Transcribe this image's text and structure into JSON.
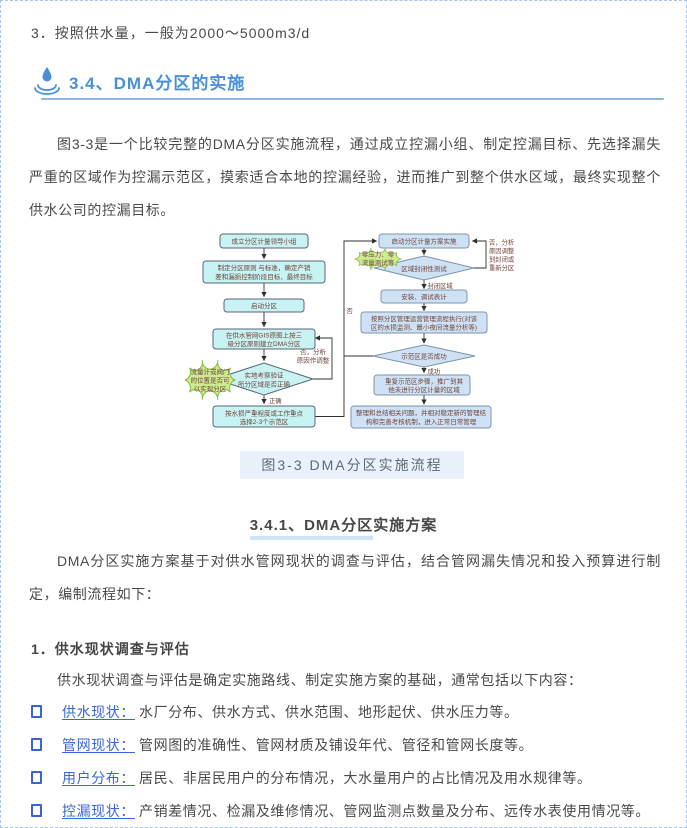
{
  "page": {
    "top_line": "3．按照供水量，一般为2000～5000m3/d"
  },
  "section": {
    "title": "3.4、DMA分区的实施",
    "intro": "图3-3是一个比较完整的DMA分区实施流程，通过成立控漏小组、制定控漏目标、先选择漏失严重的区域作为控漏示范区，摸索适合本地的控漏经验，进而推广到整个供水区域，最终实现整个供水公司的控漏目标。"
  },
  "flowchart": {
    "caption": "图3-3 DMA分区实施流程",
    "nodes": {
      "l1": "成立分区计量领导小组",
      "l2a": "制定分区原则 与标准，确定产销",
      "l2b": "差和漏损控制阶段目标、最终目标",
      "l3": "启动分区",
      "l4a": "在供水管网GIS原图上按三",
      "l4b": "级分区原则建立DMA分区",
      "d1a": "实地考察验证",
      "d1b": "所分区域是否正确",
      "c1a": "流量计或阀门",
      "c1b": "的位置是否可",
      "c1c": "以实现分区",
      "no1a": "否，分析",
      "no1b": "原因作调整",
      "ok1": "正确",
      "l5a": "按水损严重程度或工作重点",
      "l5b": "选择2-3个示范区",
      "r1": "启动分区计量方案实施",
      "c2a": "零压力、零",
      "c2b": "流量测试等",
      "d2": "区域封闭性测试",
      "no2a": "否，分析",
      "no2b": "原因调整",
      "no2c": "到封闭或",
      "no2d": "重新分区",
      "closed": "封闭区域",
      "r2": "安装、调试表计",
      "r3a": "按照分区管理运营管理流程执行(对该",
      "r3b": "区的水损监测、最小夜间流量分析等)",
      "d3": "示范区是否成功",
      "no3": "否",
      "success": "成功",
      "r4a": "重复示范区步骤，推广到其",
      "r4b": "他未进行分区计量的区域",
      "r5a": "整理和总结相关问题，并相对稳定新的管理结",
      "r5b": "构和完善考核机制，进入正常日常管理"
    }
  },
  "subsection": {
    "title_hl": "3.4.1、DMA分区",
    "title_rest": "实施方案",
    "paragraph": "DMA分区实施方案基于对供水管网现状的调查与评估，结合管网漏失情况和投入预算进行制定，编制流程如下：",
    "list_heading": "1．供水现状调查与评估",
    "list_intro": "供水现状调查与评估是确定实施路线、制定实施方案的基础，通常包括以下内容：",
    "bullets": [
      {
        "label": "供水现状：",
        "text": "水厂分布、供水方式、供水范围、地形起伏、供水压力等。"
      },
      {
        "label": "管网现状：",
        "text": "管网图的准确性、管网材质及铺设年代、管径和管网长度等。"
      },
      {
        "label": "用户分布：",
        "text": "居民、非居民用户的分布情况，大水量用户的占比情况及用水规律等。"
      },
      {
        "label": "控漏现状：",
        "text": "产销差情况、检漏及维修情况、管网监测点数量及分布、远传水表使用情况等。"
      }
    ]
  },
  "colors": {
    "accent_blue": "#4a90d9",
    "link_blue": "#3a66d9",
    "caption_bg": "#e9f2fb",
    "flow_box_cyan": "#c9f2f3",
    "flow_box_blue": "#cfe2f5",
    "cloud_green": "#cdeb8f",
    "flow_text": "#6d443b"
  }
}
